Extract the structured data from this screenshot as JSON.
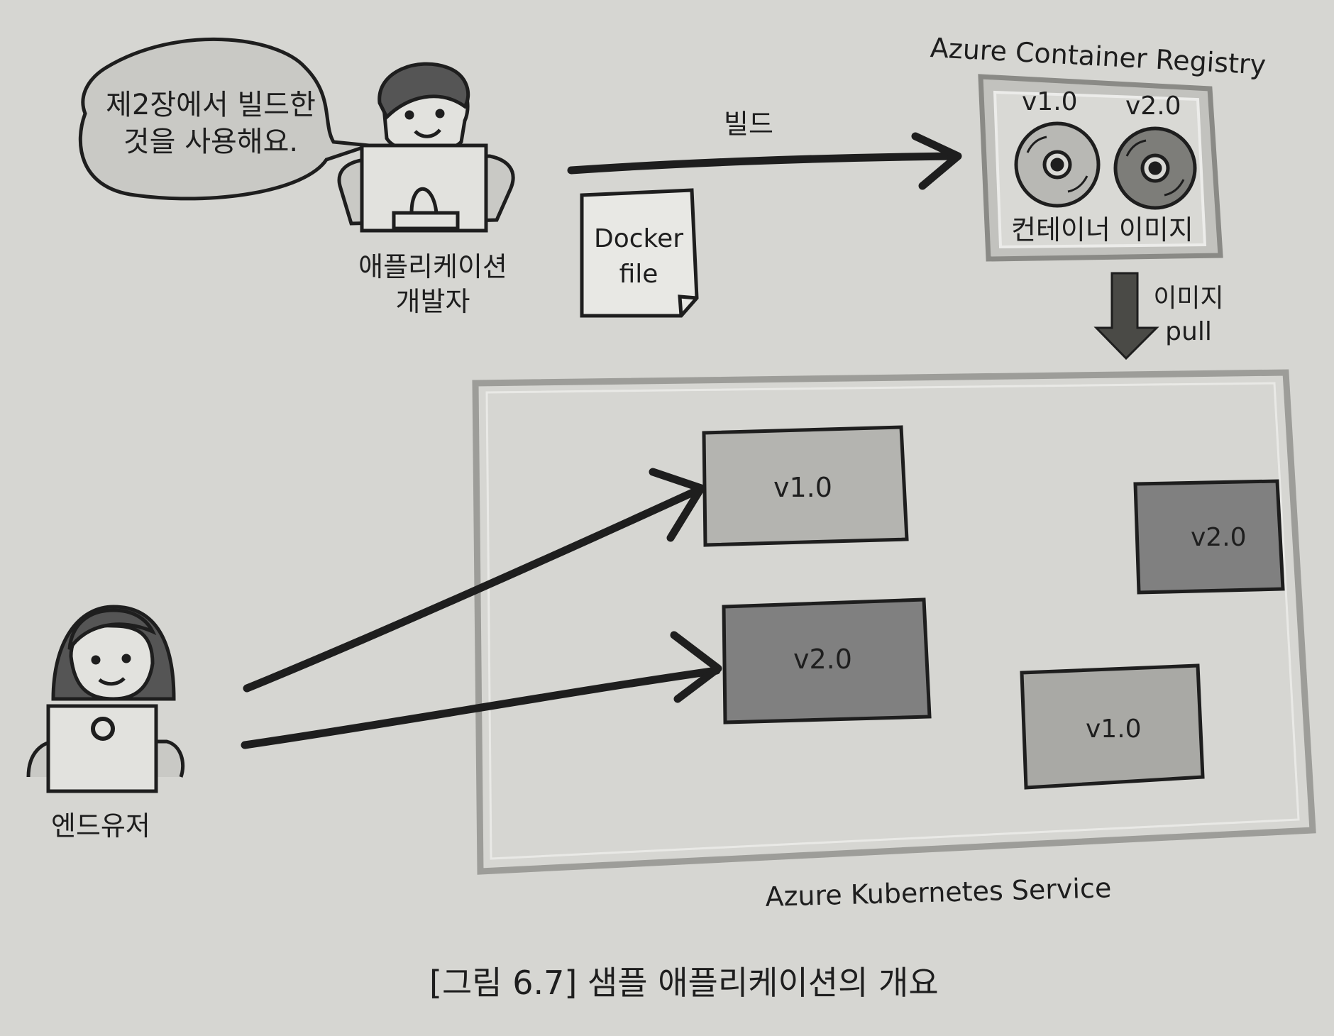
{
  "developer": {
    "speech": [
      "제2장에서 빌드한",
      "것을 사용해요."
    ],
    "role": [
      "애플리케이션",
      "개발자"
    ]
  },
  "build_label": "빌드",
  "dockerfile": [
    "Docker",
    "file"
  ],
  "registry": {
    "title": "Azure Container Registry",
    "images": [
      "v1.0",
      "v2.0"
    ],
    "caption": "컨테이너 이미지"
  },
  "pull_label": [
    "이미지",
    "pull"
  ],
  "aks": {
    "title": "Azure Kubernetes Service",
    "pods": [
      {
        "label": "v1.0",
        "shade": "#b4b4b0"
      },
      {
        "label": "v2.0",
        "shade": "#808080"
      },
      {
        "label": "v2.0",
        "shade": "#808080"
      },
      {
        "label": "v1.0",
        "shade": "#a9a9a5"
      }
    ]
  },
  "end_user": "엔드유저",
  "figure_caption": "[그림 6.7] 샘플 애플리케이션의 개요",
  "colors": {
    "background": "#d6d6d2",
    "ink": "#1e1e1e",
    "light_pod": "#b4b4b0",
    "dark_pod": "#808080"
  }
}
